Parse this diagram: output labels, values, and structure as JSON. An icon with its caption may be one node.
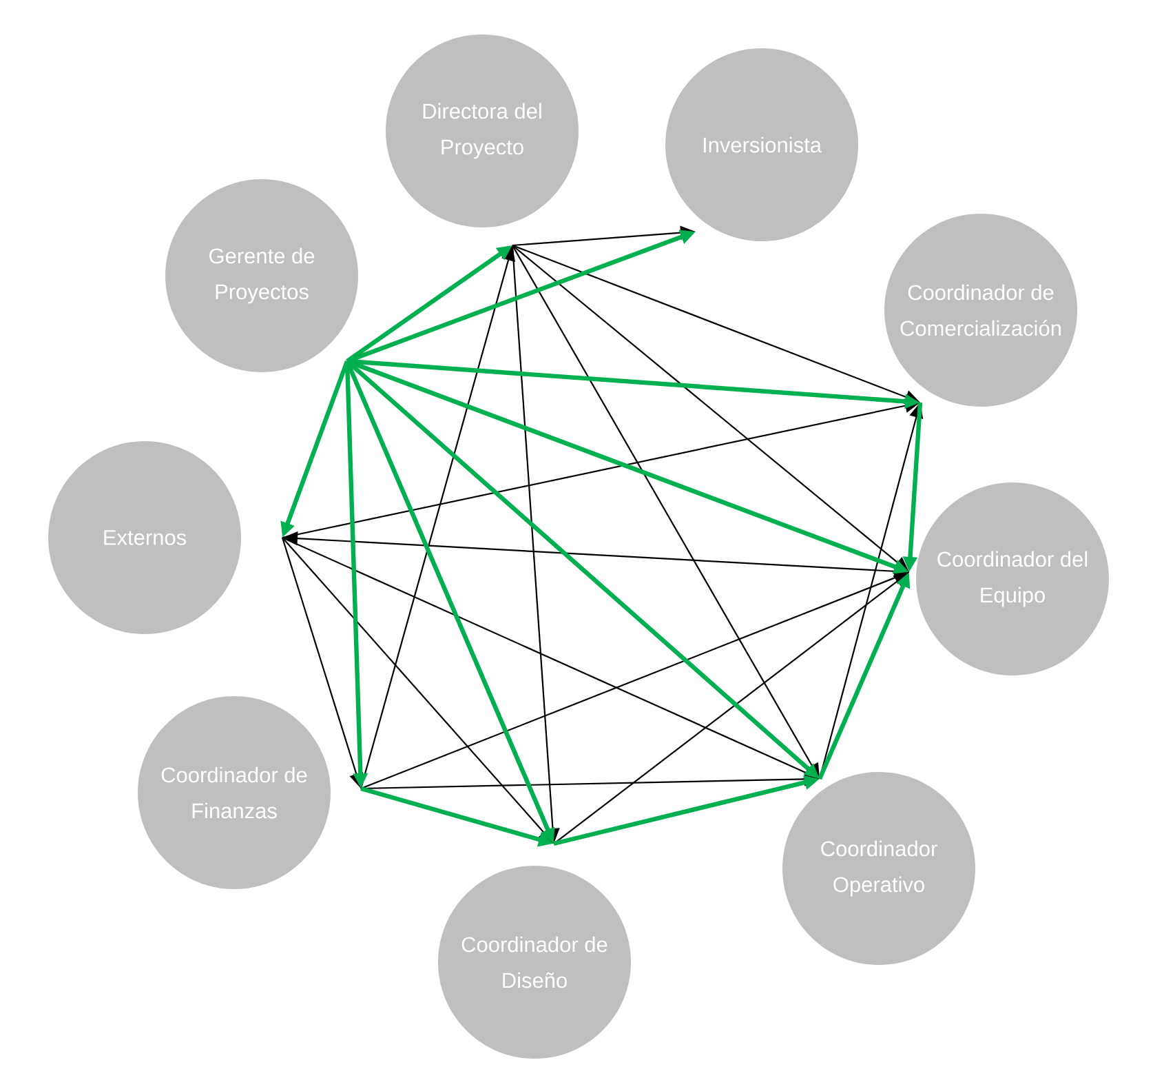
{
  "diagram": {
    "nodes": [
      {
        "text": [
          "Directora del Proyecto"
        ]
      },
      {
        "text": [
          "Inversionista"
        ]
      },
      {
        "text": [
          "Coordinador de Comercialización"
        ]
      },
      {
        "text": [
          "Coordinador del Equipo"
        ]
      },
      {
        "text": [
          "Coordinador Operativo"
        ]
      },
      {
        "text": [
          "Coordinador de Diseño"
        ]
      },
      {
        "text": [
          "Coordinador de Finanzas"
        ]
      },
      {
        "text": [
          "Externos"
        ]
      },
      {
        "text": [
          "Gerente de Proyectos"
        ]
      }
    ],
    "edges": [
      {
        "from": 0,
        "to": 1,
        "arrow": "to"
      },
      {
        "from": 0,
        "to": 2,
        "arrow": "to"
      },
      {
        "from": 0,
        "to": 3,
        "arrow": "to"
      },
      {
        "from": 0,
        "to": 4,
        "arrow": "to"
      },
      {
        "from": 0,
        "to": 5,
        "arrow": "to"
      },
      {
        "from": 6,
        "to": 0,
        "arrow": "to"
      },
      {
        "from": 7,
        "to": 2,
        "arrow": "to"
      },
      {
        "from": 3,
        "to": 7,
        "arrow": "to"
      },
      {
        "from": 7,
        "to": 4,
        "arrow": "to"
      },
      {
        "from": 7,
        "to": 5,
        "arrow": "to"
      },
      {
        "from": 7,
        "to": 6,
        "arrow": "to"
      },
      {
        "from": 6,
        "to": 3,
        "arrow": "to"
      },
      {
        "from": 6,
        "to": 4,
        "arrow": "to"
      },
      {
        "from": 5,
        "to": 3,
        "arrow": "to"
      },
      {
        "from": 4,
        "to": 2,
        "arrow": "to"
      },
      {
        "from": 8,
        "to": 0,
        "arrow": "to",
        "style": "thick",
        "color": "#00b050"
      },
      {
        "from": 8,
        "to": 1,
        "arrow": "to",
        "style": "thick",
        "color": "#00b050"
      },
      {
        "from": 8,
        "to": 2,
        "arrow": "to",
        "style": "thick",
        "color": "#00b050"
      },
      {
        "from": 8,
        "to": 3,
        "arrow": "to",
        "style": "thick",
        "color": "#00b050"
      },
      {
        "from": 8,
        "to": 4,
        "arrow": "to",
        "style": "thick",
        "color": "#00b050"
      },
      {
        "from": 8,
        "to": 5,
        "arrow": "to",
        "style": "thick",
        "color": "#00b050"
      },
      {
        "from": 8,
        "to": 6,
        "arrow": "to",
        "style": "thick",
        "color": "#00b050"
      },
      {
        "from": 8,
        "to": 7,
        "arrow": "to",
        "style": "thick",
        "color": "#00b050"
      },
      {
        "from": 2,
        "to": 3,
        "arrow": "to",
        "style": "thick",
        "color": "#00b050"
      },
      {
        "from": 4,
        "to": 3,
        "arrow": "to",
        "style": "thick",
        "color": "#00b050"
      },
      {
        "from": 6,
        "to": 5,
        "arrow": "to",
        "style": "thick",
        "color": "#00b050"
      },
      {
        "from": 5,
        "to": 4,
        "arrow": "to",
        "style": "thick",
        "color": "#00b050"
      }
    ]
  }
}
